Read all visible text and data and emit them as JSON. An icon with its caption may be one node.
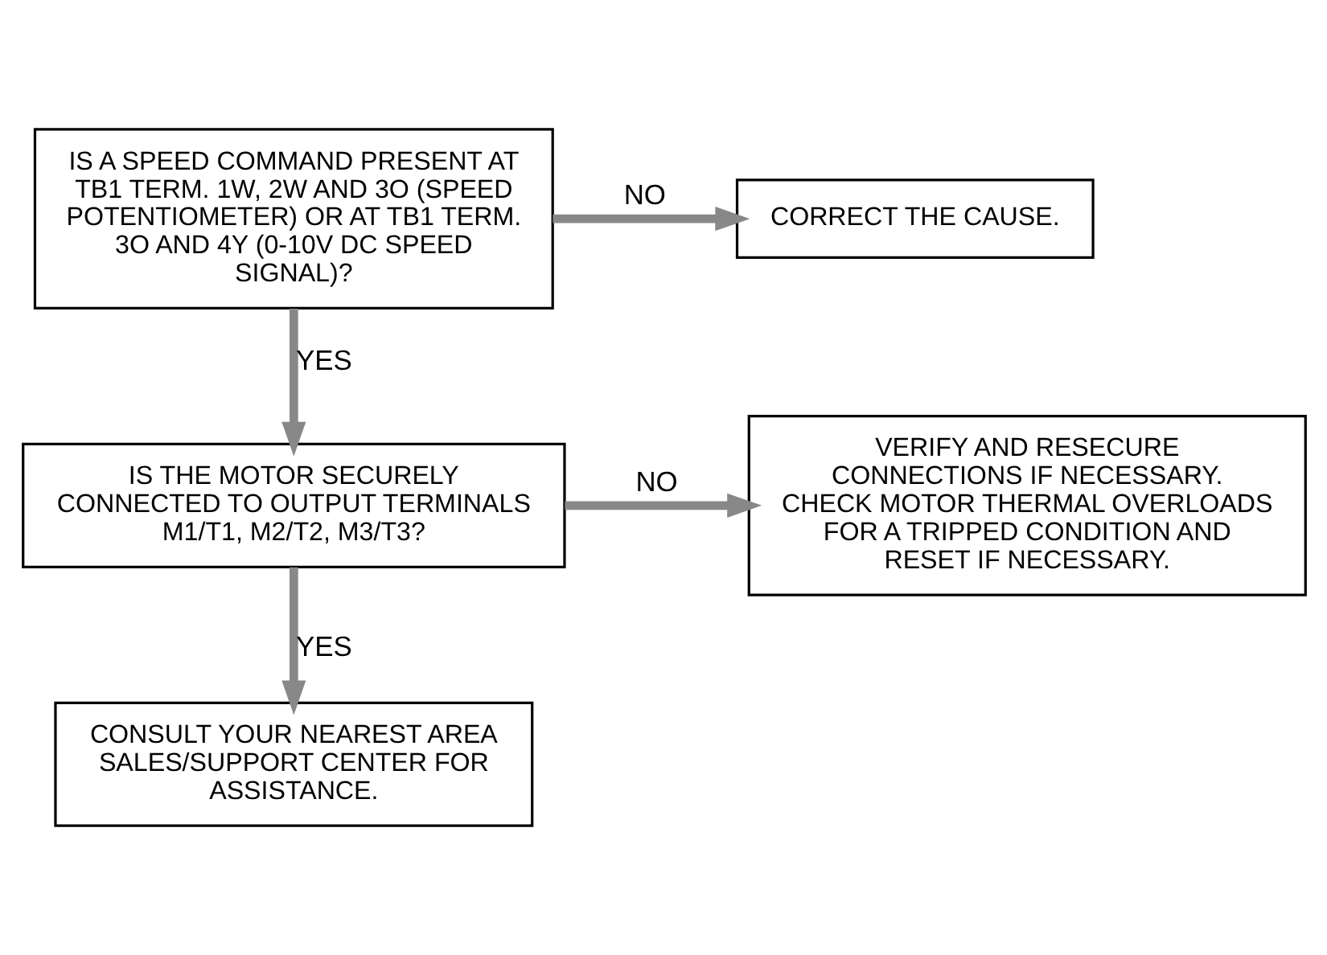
{
  "diagram": {
    "nodes": [
      {
        "text": [
          "IS A SPEED COMMAND PRESENT AT TB1 TERM. 1W, 2W AND 3O (SPEED POTENTIOMETER) OR AT TB1 TERM. 3O AND 4Y (0-10V DC SPEED SIGNAL)?"
        ]
      },
      {
        "text": [
          "CORRECT THE CAUSE."
        ]
      },
      {
        "text": [
          "IS THE MOTOR SECURELY CONNECTED TO OUTPUT TERMINALS M1/T1, M2/T2, M3/T3?"
        ]
      },
      {
        "text": [
          "VERIFY AND RESECURE CONNECTIONS IF NECESSARY. CHECK MOTOR THERMAL OVERLOADS FOR A TRIPPED CONDITION AND RESET IF NECESSARY."
        ]
      },
      {
        "text": [
          "CONSULT YOUR NEAREST AREA SALES/SUPPORT CENTER FOR ASSISTANCE."
        ]
      }
    ],
    "edges": [
      {
        "from": 0,
        "to": 1,
        "arrow": "to",
        "label": "NO"
      },
      {
        "from": 0,
        "to": 2,
        "arrow": "to",
        "label": "YES"
      },
      {
        "from": 2,
        "to": 3,
        "arrow": "to",
        "label": "NO"
      },
      {
        "from": 2,
        "to": 4,
        "arrow": "to",
        "label": "YES"
      }
    ]
  }
}
